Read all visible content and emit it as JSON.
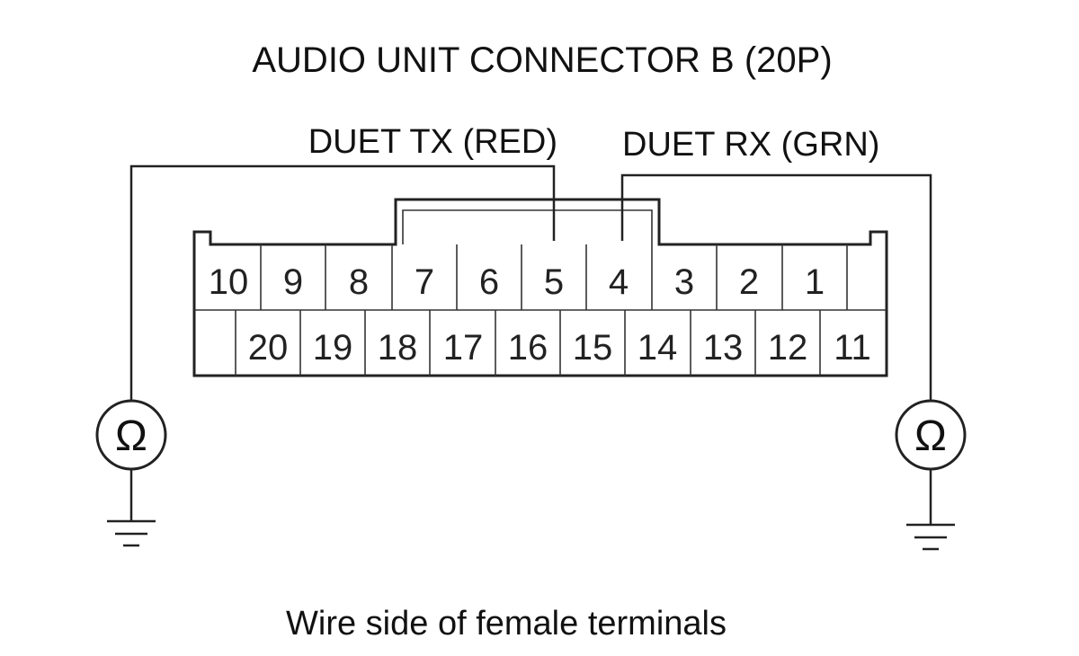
{
  "title": "AUDIO UNIT CONNECTOR B (20P)",
  "labels": {
    "tx": "DUET TX (RED)",
    "rx": "DUET RX (GRN)"
  },
  "caption": "Wire side of female terminals",
  "meter_symbol": "Ω",
  "pins": {
    "top_row": [
      "10",
      "9",
      "8",
      "7",
      "6",
      "5",
      "4",
      "3",
      "2",
      "1"
    ],
    "bottom_row": [
      "20",
      "19",
      "18",
      "17",
      "16",
      "15",
      "14",
      "13",
      "12",
      "11"
    ]
  },
  "icons": [
    "ohmmeter-icon",
    "ground-icon"
  ]
}
